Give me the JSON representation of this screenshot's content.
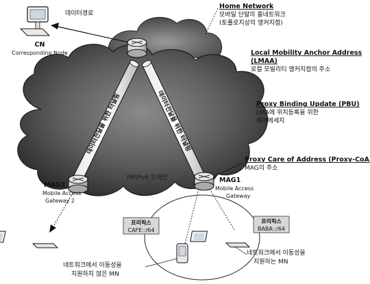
{
  "cn": {
    "title": "CN",
    "subtitle": "Corresponding Node"
  },
  "data_path_label": "데이터경로",
  "home_network": {
    "title": "Home Network",
    "line1": "모바일 단말의 홈네트워크",
    "line2": "(토폴로지상의 앵커지점)"
  },
  "lmaa": {
    "title": "Local Mobility Anchor Address",
    "title2": "(LMAA)",
    "desc": "로컬 모빌리티 앵커지점의 주소"
  },
  "pbu": {
    "title": "Proxy Binding Update (PBU)",
    "line1": "LMA에 위치등록을 위한",
    "line2": "제어메세지"
  },
  "proxy_coa": {
    "title": "Proxy Care of Address (Proxy-CoA)",
    "desc": "MAG의 주소"
  },
  "tunnel_left": "데이터전달을 위한 터널링",
  "tunnel_right": "데이터전달을 위한 터널링",
  "pmip_domain": "PMIPv6 도메인",
  "mag2": {
    "title": "MAG2",
    "line1": "Mobile Access",
    "line2": "Gateway 2"
  },
  "mag1": {
    "title": "MAG1",
    "line1": "Mobile Access",
    "line2": "Gateway"
  },
  "prefix_left": {
    "line1": "프리픽스",
    "line2": "CAFE::/64"
  },
  "prefix_right": {
    "line1": "프리픽스",
    "line2": "BABA::/64"
  },
  "mn_no_mobility": {
    "line1": "네트워크에서 이동성을",
    "line2": "지원하지 않은 MN"
  },
  "mn_mobility": {
    "line1": "네트워크에서 이동성을",
    "line2": "지원하는 MN"
  }
}
